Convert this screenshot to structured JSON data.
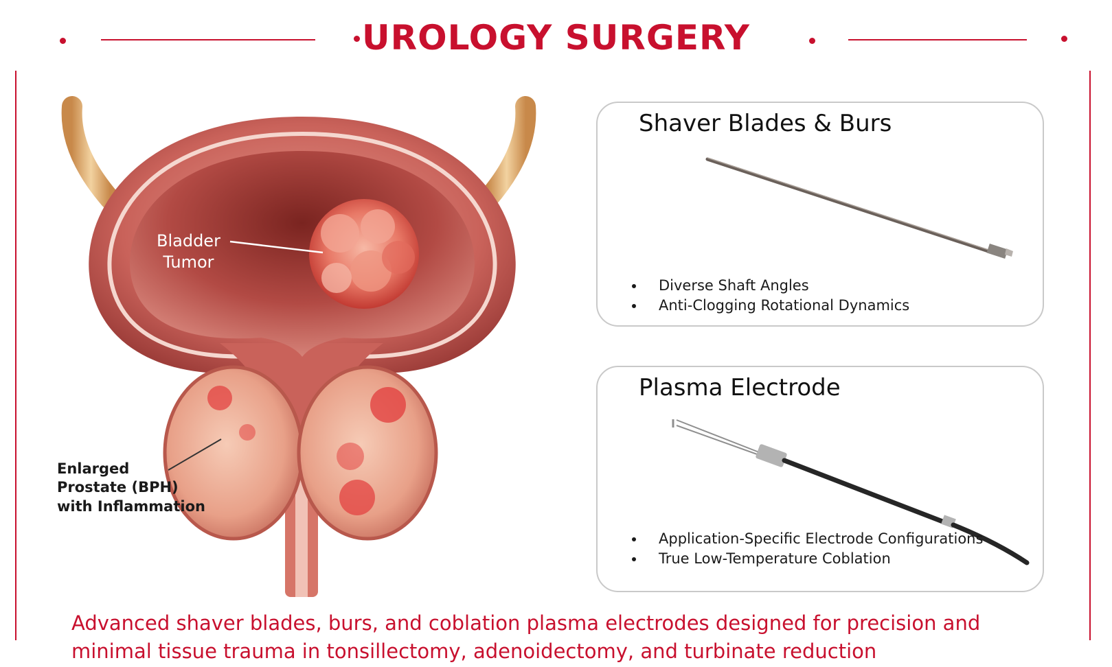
{
  "header": {
    "title": "UROLOGY SURGERY",
    "accent_color": "#c8102e"
  },
  "illustration": {
    "subject": "bladder-and-prostate-anatomy",
    "labels": {
      "tumor_line1": "Bladder",
      "tumor_line2": "Tumor",
      "bph_line1": "Enlarged",
      "bph_line2": "Prostate (BPH)",
      "bph_line3": "with Inflammation"
    }
  },
  "cards": [
    {
      "title": "Shaver Blades & Burs",
      "icon": "shaver-blade-icon",
      "bullets": [
        "Diverse Shaft Angles",
        "Anti-Clogging Rotational Dynamics"
      ]
    },
    {
      "title": "Plasma Electrode",
      "icon": "plasma-electrode-icon",
      "bullets": [
        "Application-Specific Electrode Configurations",
        "True Low-Temperature Coblation"
      ]
    }
  ],
  "footer": {
    "line1": "Advanced shaver blades, burs, and coblation plasma electrodes designed for precision and",
    "line2": "minimal tissue trauma in tonsillectomy, adenoidectomy, and turbinate reduction"
  }
}
